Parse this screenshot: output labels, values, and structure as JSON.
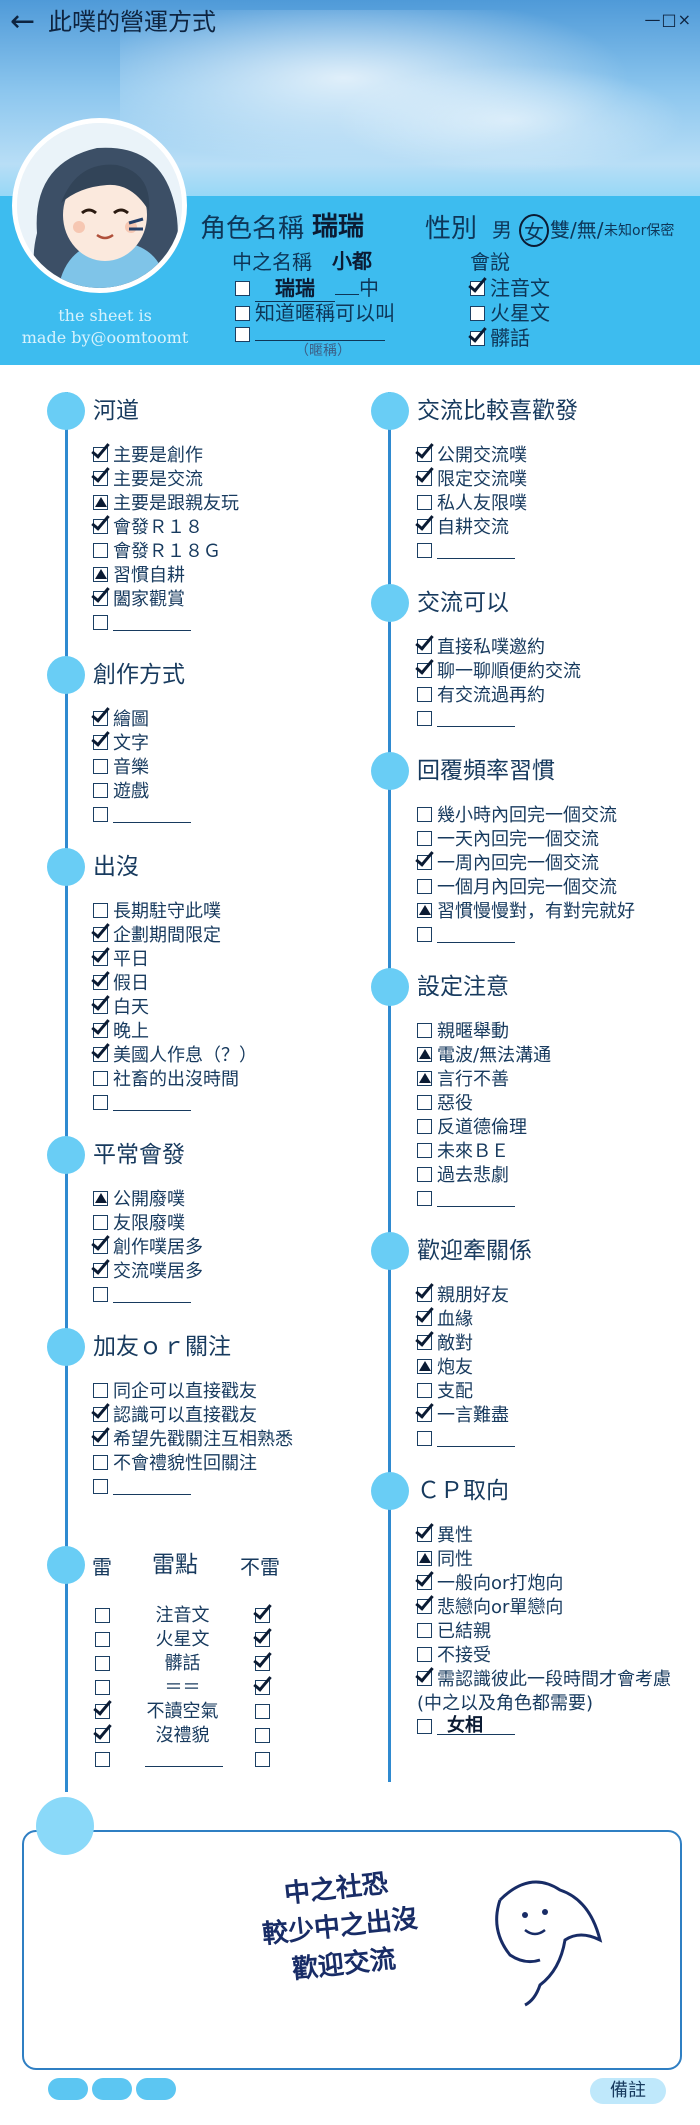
{
  "header": {
    "title": "此噗的營運方式",
    "window_controls": "—□×",
    "credit_line1": "the sheet is",
    "credit_line2": "made by@oomtoomt",
    "role_label": "角色名稱",
    "role_name": "瑞瑞",
    "gender_label": "性別",
    "gender_options": "男",
    "gender_selected": "女",
    "gender_rest": "雙/無/",
    "gender_small": "未知or保密",
    "zhong_label": "中之名稱",
    "zhong_name": "小都",
    "call_name": "瑞瑞",
    "call_suffix": "中",
    "know_nick": "知道暱稱可以叫",
    "nick_hint": "（暱稱）",
    "speak_label": "會說",
    "speak_items": [
      {
        "label": "注音文",
        "checked": true
      },
      {
        "label": "火星文",
        "checked": false
      },
      {
        "label": "髒話",
        "checked": true
      }
    ]
  },
  "left_sections": [
    {
      "title": "河道",
      "items": [
        {
          "label": "主要是創作",
          "state": "on"
        },
        {
          "label": "主要是交流",
          "state": "on"
        },
        {
          "label": "主要是跟親友玩",
          "state": "tri"
        },
        {
          "label": "會發Ｒ１８",
          "state": "on"
        },
        {
          "label": "會發Ｒ１８Ｇ",
          "state": "off"
        },
        {
          "label": "習慣自耕",
          "state": "tri"
        },
        {
          "label": "闔家觀賞",
          "state": "on"
        },
        {
          "label": "",
          "state": "off",
          "blank": true
        }
      ]
    },
    {
      "title": "創作方式",
      "items": [
        {
          "label": "繪圖",
          "state": "on"
        },
        {
          "label": "文字",
          "state": "on"
        },
        {
          "label": "音樂",
          "state": "off"
        },
        {
          "label": "遊戲",
          "state": "off"
        },
        {
          "label": "",
          "state": "off",
          "blank": true
        }
      ]
    },
    {
      "title": "出沒",
      "items": [
        {
          "label": "長期駐守此噗",
          "state": "off"
        },
        {
          "label": "企劃期間限定",
          "state": "on"
        },
        {
          "label": "平日",
          "state": "on"
        },
        {
          "label": "假日",
          "state": "on"
        },
        {
          "label": "白天",
          "state": "on"
        },
        {
          "label": "晚上",
          "state": "on"
        },
        {
          "label": "美國人作息（？）",
          "state": "on"
        },
        {
          "label": "社畜的出沒時間",
          "state": "off"
        },
        {
          "label": "",
          "state": "off",
          "blank": true
        }
      ]
    },
    {
      "title": "平常會發",
      "items": [
        {
          "label": "公開廢噗",
          "state": "tri"
        },
        {
          "label": "友限廢噗",
          "state": "off"
        },
        {
          "label": "創作噗居多",
          "state": "on"
        },
        {
          "label": "交流噗居多",
          "state": "on"
        },
        {
          "label": "",
          "state": "off",
          "blank": true
        }
      ]
    },
    {
      "title": "加友ｏｒ關注",
      "items": [
        {
          "label": "同企可以直接戳友",
          "state": "off"
        },
        {
          "label": "認識可以直接戳友",
          "state": "on"
        },
        {
          "label": "希望先戳關注互相熟悉",
          "state": "on"
        },
        {
          "label": "不會禮貌性回關注",
          "state": "off"
        },
        {
          "label": "",
          "state": "off",
          "blank": true
        }
      ]
    }
  ],
  "lei": {
    "title": "雷點",
    "left_head": "雷",
    "right_head": "不雷",
    "rows": [
      {
        "label": "注音文",
        "lei": false,
        "bulei": true
      },
      {
        "label": "火星文",
        "lei": false,
        "bulei": true
      },
      {
        "label": "髒話",
        "lei": false,
        "bulei": true
      },
      {
        "label": "＝＝",
        "lei": false,
        "bulei": true
      },
      {
        "label": "不讀空氣",
        "lei": true,
        "bulei": false
      },
      {
        "label": "沒禮貌",
        "lei": true,
        "bulei": false
      },
      {
        "label": "",
        "lei": false,
        "bulei": false,
        "blank": true
      }
    ]
  },
  "right_sections": [
    {
      "title": "交流比較喜歡發",
      "items": [
        {
          "label": "公開交流噗",
          "state": "on"
        },
        {
          "label": "限定交流噗",
          "state": "on"
        },
        {
          "label": "私人友限噗",
          "state": "off"
        },
        {
          "label": "自耕交流",
          "state": "on"
        },
        {
          "label": "",
          "state": "off",
          "blank": true
        }
      ]
    },
    {
      "title": "交流可以",
      "items": [
        {
          "label": "直接私噗邀約",
          "state": "on"
        },
        {
          "label": "聊一聊順便約交流",
          "state": "on"
        },
        {
          "label": "有交流過再約",
          "state": "off"
        },
        {
          "label": "",
          "state": "off",
          "blank": true
        }
      ]
    },
    {
      "title": "回覆頻率習慣",
      "items": [
        {
          "label": "幾小時內回完一個交流",
          "state": "off"
        },
        {
          "label": "一天內回完一個交流",
          "state": "off"
        },
        {
          "label": "一周內回完一個交流",
          "state": "on"
        },
        {
          "label": "一個月內回完一個交流",
          "state": "off"
        },
        {
          "label": "習慣慢慢對，有對完就好",
          "state": "tri"
        },
        {
          "label": "",
          "state": "off",
          "blank": true
        }
      ]
    },
    {
      "title": "設定注意",
      "items": [
        {
          "label": "親暱舉動",
          "state": "off"
        },
        {
          "label": "電波/無法溝通",
          "state": "tri"
        },
        {
          "label": "言行不善",
          "state": "tri"
        },
        {
          "label": "惡役",
          "state": "off"
        },
        {
          "label": "反道德倫理",
          "state": "off"
        },
        {
          "label": "未來ＢＥ",
          "state": "off"
        },
        {
          "label": "過去悲劇",
          "state": "off"
        },
        {
          "label": "",
          "state": "off",
          "blank": true
        }
      ]
    },
    {
      "title": "歡迎牽關係",
      "items": [
        {
          "label": "親朋好友",
          "state": "on"
        },
        {
          "label": "血緣",
          "state": "on"
        },
        {
          "label": "敵對",
          "state": "on"
        },
        {
          "label": "炮友",
          "state": "tri"
        },
        {
          "label": "支配",
          "state": "off"
        },
        {
          "label": "一言難盡",
          "state": "on"
        },
        {
          "label": "",
          "state": "off",
          "blank": true
        }
      ]
    },
    {
      "title": "ＣＰ取向",
      "items": [
        {
          "label": "異性",
          "state": "on"
        },
        {
          "label": "同性",
          "state": "tri"
        },
        {
          "label": "一般向or打炮向",
          "state": "on"
        },
        {
          "label": "悲戀向or單戀向",
          "state": "on"
        },
        {
          "label": "已結親",
          "state": "off"
        },
        {
          "label": "不接受",
          "state": "off"
        },
        {
          "label": "需認識彼此一段時間才會考慮",
          "state": "on"
        },
        {
          "label": "(中之以及角色都需要)",
          "state": "none"
        },
        {
          "label": "",
          "state": "off",
          "blank": true,
          "hand": "女相"
        }
      ]
    }
  ],
  "note": {
    "line1": "中之社恐",
    "line2": "較少中之出沒",
    "line3": "歡迎交流"
  },
  "footer": {
    "remark": "備註"
  },
  "colors": {
    "accent": "#69cdf5",
    "header_band": "#3dbcef",
    "text": "#173a5e",
    "line": "#2f8ad0"
  }
}
